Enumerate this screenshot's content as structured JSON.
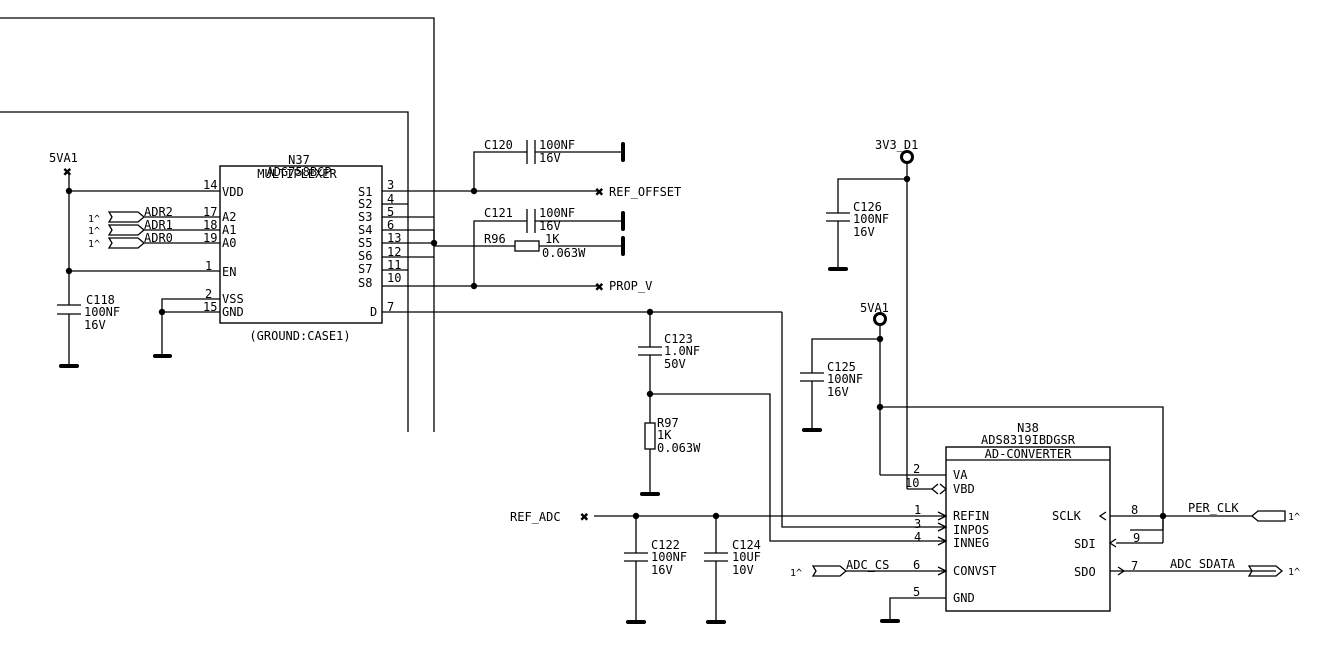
{
  "n37": {
    "ref": "N37",
    "part": "ADG758BCP",
    "func": "MULTIPLEXER",
    "note": "(GROUND:CASE1)",
    "pins": {
      "vdd": {
        "num": "14",
        "name": "VDD"
      },
      "a2": {
        "num": "17",
        "name": "A2"
      },
      "a1": {
        "num": "18",
        "name": "A1"
      },
      "a0": {
        "num": "19",
        "name": "A0"
      },
      "en": {
        "num": "1",
        "name": "EN"
      },
      "vss": {
        "num": "2",
        "name": "VSS"
      },
      "gnd": {
        "num": "15",
        "name": "GND"
      },
      "s1": {
        "num": "3",
        "name": "S1"
      },
      "s2": {
        "num": "4",
        "name": "S2"
      },
      "s3": {
        "num": "5",
        "name": "S3"
      },
      "s4": {
        "num": "6",
        "name": "S4"
      },
      "s5": {
        "num": "13",
        "name": "S5"
      },
      "s6": {
        "num": "12",
        "name": "S6"
      },
      "s7": {
        "num": "11",
        "name": "S7"
      },
      "s8": {
        "num": "10",
        "name": "S8"
      },
      "d": {
        "num": "7",
        "name": "D"
      }
    }
  },
  "n38": {
    "ref": "N38",
    "part": "ADS8319IBDGSR",
    "func": "AD-CONVERTER",
    "pins": {
      "va": {
        "num": "2",
        "name": "VA"
      },
      "vbd": {
        "num": "10",
        "name": "VBD"
      },
      "refin": {
        "num": "1",
        "name": "REFIN"
      },
      "inpos": {
        "num": "3",
        "name": "INPOS"
      },
      "inneg": {
        "num": "4",
        "name": "INNEG"
      },
      "convst": {
        "num": "6",
        "name": "CONVST"
      },
      "gnd": {
        "num": "5",
        "name": "GND"
      },
      "sclk": {
        "num": "8",
        "name": "SCLK"
      },
      "sdi": {
        "num": "9",
        "name": "SDI"
      },
      "sdo": {
        "num": "7",
        "name": "SDO"
      }
    }
  },
  "nets": {
    "vcc_left": "5VA1",
    "vcc_mid": "5VA1",
    "vcc_3v3": "3V3_D1",
    "adr2": "ADR2",
    "adr1": "ADR1",
    "adr0": "ADR0",
    "ref_offset": "REF_OFFSET",
    "prop_v": "PROP_V",
    "ref_adc": "REF_ADC",
    "adc_cs": "ADC_CS",
    "per_clk": "PER_CLK",
    "adc_sdata": "ADC_SDATA",
    "sheet_ref": "1^"
  },
  "components": {
    "c118": {
      "ref": "C118",
      "value": "100NF",
      "rating": "16V"
    },
    "c120": {
      "ref": "C120",
      "value": "100NF",
      "rating": "16V"
    },
    "c121": {
      "ref": "C121",
      "value": "100NF",
      "rating": "16V"
    },
    "r96": {
      "ref": "R96",
      "value": "1K",
      "rating": "0.063W"
    },
    "c123": {
      "ref": "C123",
      "value": "1.0NF",
      "rating": "50V"
    },
    "r97": {
      "ref": "R97",
      "value": "1K",
      "rating": "0.063W"
    },
    "c122": {
      "ref": "C122",
      "value": "100NF",
      "rating": "16V"
    },
    "c124": {
      "ref": "C124",
      "value": "10UF",
      "rating": "10V"
    },
    "c125": {
      "ref": "C125",
      "value": "100NF",
      "rating": "16V"
    },
    "c126": {
      "ref": "C126",
      "value": "100NF",
      "rating": "16V"
    }
  }
}
